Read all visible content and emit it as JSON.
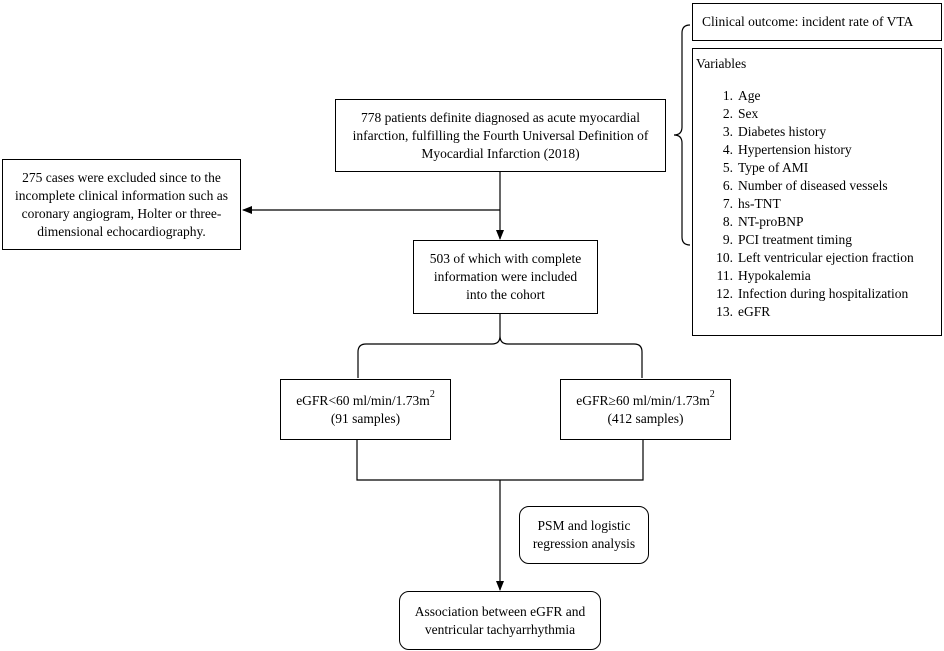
{
  "outcome_box": {
    "text": "Clinical outcome: incident rate of VTA"
  },
  "variables_box": {
    "title": "Variables",
    "items": [
      {
        "num": "1.",
        "label": "Age"
      },
      {
        "num": "2.",
        "label": "Sex"
      },
      {
        "num": "3.",
        "label": "Diabetes history"
      },
      {
        "num": "4.",
        "label": "Hypertension history"
      },
      {
        "num": "5.",
        "label": "Type of AMI"
      },
      {
        "num": "6.",
        "label": "Number of diseased vessels"
      },
      {
        "num": "7.",
        "label": "hs-TNT"
      },
      {
        "num": "8.",
        "label": "NT-proBNP"
      },
      {
        "num": "9.",
        "label": "PCI treatment timing"
      },
      {
        "num": "10.",
        "label": "Left ventricular ejection fraction"
      },
      {
        "num": "11.",
        "label": "Hypokalemia"
      },
      {
        "num": "12.",
        "label": "Infection during hospitalization"
      },
      {
        "num": "13.",
        "label": "eGFR"
      }
    ]
  },
  "patients_box": {
    "line1": "778 patients definite diagnosed as acute myocardial",
    "line2": "infarction, fulfilling the Fourth Universal Definition of",
    "line3": "Myocardial Infarction (2018)"
  },
  "excluded_box": {
    "line1": "275 cases were excluded since to the",
    "line2": "incomplete clinical information such as",
    "line3": "coronary angiogram, Holter or three-",
    "line4": "dimensional echocardiography."
  },
  "included_box": {
    "line1": "503 of which with complete",
    "line2": "information were included",
    "line3": "into the cohort"
  },
  "low_egfr_box": {
    "label": "eGFR<60 ml/min/1.73m",
    "exp": "2",
    "samples": "(91 samples)"
  },
  "high_egfr_box": {
    "label": "eGFR≥60 ml/min/1.73m",
    "exp": "2",
    "samples": "(412 samples)"
  },
  "psm_box": {
    "line1": "PSM and logistic",
    "line2": "regression analysis"
  },
  "result_box": {
    "line1": "Association between eGFR and",
    "line2": "ventricular tachyarrhythmia"
  }
}
